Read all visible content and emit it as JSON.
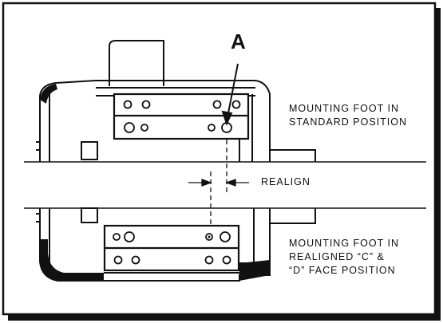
{
  "callout": {
    "letter": "A"
  },
  "labels": {
    "standard_line1": "MOUNTING FOOT IN",
    "standard_line2": "STANDARD POSITION",
    "realign": "REALIGN",
    "realigned_line1": "MOUNTING FOOT IN",
    "realigned_line2": "REALIGNED “C” &",
    "realigned_line3": "“D”  FACE POSITION"
  },
  "colors": {
    "ink": "#111111",
    "paper": "#ffffff"
  }
}
